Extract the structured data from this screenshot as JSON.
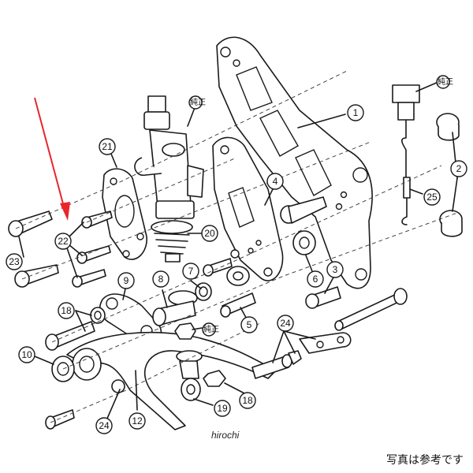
{
  "callouts": [
    "1",
    "2",
    "3",
    "4",
    "5",
    "6",
    "7",
    "8",
    "9",
    "10",
    "12",
    "18",
    "18",
    "18",
    "19",
    "20",
    "21",
    "22",
    "23",
    "24",
    "24",
    "24",
    "25"
  ],
  "genuine_label": "純正",
  "watermark": "hirochi",
  "note": "写真は参考です",
  "colors": {
    "arrow": "#e8262c",
    "ink": "#1a1a1a"
  }
}
